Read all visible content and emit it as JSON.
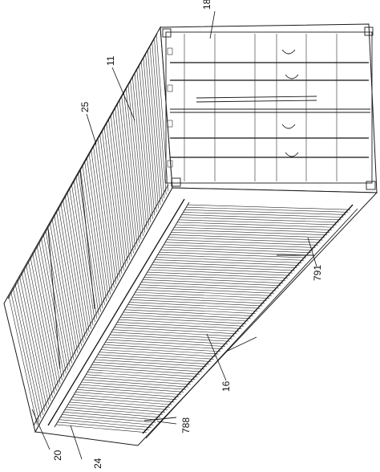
{
  "labels": {
    "l18": "18",
    "l11": "11",
    "l25": "25",
    "l791": "791",
    "l16": "16",
    "l788": "788",
    "l20": "20",
    "l24": "24"
  },
  "colors": {
    "line": "#1a1a1a",
    "background": "#ffffff"
  }
}
